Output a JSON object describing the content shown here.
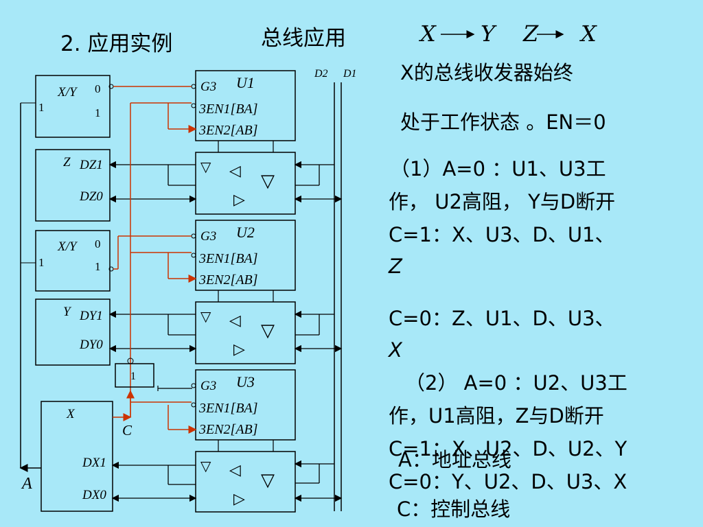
{
  "header": {
    "section_title": "2. 应用实例",
    "topic_title": "总线应用",
    "flow": [
      "X",
      "Y",
      "Z",
      "X"
    ]
  },
  "bus_labels": {
    "d2": "D2",
    "d1": "D1"
  },
  "devices": [
    {
      "name": "X/Y",
      "pin0": "0",
      "pin1": "1",
      "left_pin": "1"
    },
    {
      "name": "Z",
      "out1": "DZ1",
      "out0": "DZ0"
    },
    {
      "name": "X/Y",
      "pin0": "0",
      "pin1": "1",
      "left_pin": "1"
    },
    {
      "name": "Y",
      "out1": "DY1",
      "out0": "DY0"
    },
    {
      "name": "X",
      "out1": "DX1",
      "out0": "DX0",
      "ctrl": "C",
      "sel": "A"
    }
  ],
  "transceivers": [
    {
      "g": "G3",
      "u": "U1",
      "en1": "3EN1[BA]",
      "en2": "3EN2[AB]"
    },
    {
      "g": "G3",
      "u": "U2",
      "en1": "3EN1[BA]",
      "en2": "3EN2[AB]"
    },
    {
      "g": "G3",
      "u": "U3",
      "en1": "3EN1[BA]",
      "en2": "3EN2[AB]"
    }
  ],
  "gate_label": "1",
  "notes": {
    "line1": "X的总线收发器始终",
    "line2": "处于工作状态 。EN＝0",
    "case1_a": "（1）A=0 ：U1、U3工",
    "case1_b": "作， U2高阻， Y与D断开",
    "case1_c1_a": "C=1：X、U3、D、U1、",
    "case1_c1_b": "Z",
    "case1_c0_a": "C=0：Z、U1、D、U3、",
    "case1_c0_b": "X",
    "case2_a": "（2） A=0 ：U2、U3工",
    "case2_b": "作，U1高阻，Z与D断开",
    "case2_c1": "C=1：X、U2、D、U2、Y",
    "case2_c0": "C=0：Y、U2、D、U3、X",
    "legend_a": "A：地址总线",
    "legend_c": "C：控制总线"
  },
  "colors": {
    "background": "#a8e8f8",
    "control_wire": "#cc3300",
    "line": "#000000"
  }
}
